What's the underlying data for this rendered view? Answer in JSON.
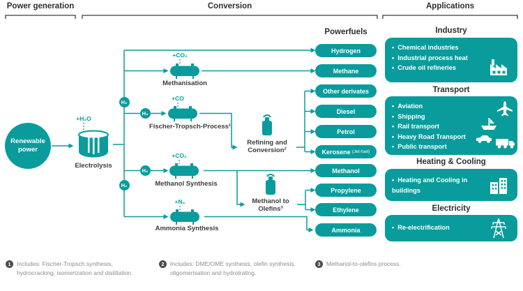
{
  "colors": {
    "teal": "#0a9c9c",
    "text-dark": "#3c3c3c",
    "text-gray": "#8d8d8d"
  },
  "sections": {
    "power_generation": "Power generation",
    "conversion": "Conversion",
    "applications": "Applications"
  },
  "flow": {
    "renewable_power": "Renewable power",
    "electrolysis": {
      "feed": "+H₂O",
      "label": "Electrolysis"
    },
    "h2_badge": "H₂",
    "processes": [
      {
        "feed": "+CO₂",
        "label": "Methanisation"
      },
      {
        "feed": "+CO",
        "label": "Fischer-Tropsch-Process¹"
      },
      {
        "feed": "+CO₂",
        "label": "Methanol Synthesis"
      },
      {
        "feed": "+N₂",
        "label": "Ammonia Synthesis"
      }
    ],
    "converters": [
      {
        "label": "Refining and Conversion²"
      },
      {
        "label": "Methanol to Olefins³"
      }
    ]
  },
  "powerfuels": {
    "title": "Powerfuels",
    "items": [
      {
        "label": "Hydrogen"
      },
      {
        "label": "Methane"
      },
      {
        "label": "Other derivates"
      },
      {
        "label": "Diesel"
      },
      {
        "label": "Petrol"
      },
      {
        "label": "Kerosene",
        "note": "(Jet-fuel)"
      },
      {
        "label": "Methanol"
      },
      {
        "label": "Propylene"
      },
      {
        "label": "Ethylene"
      },
      {
        "label": "Ammonia"
      }
    ]
  },
  "applications": [
    {
      "title": "Industry",
      "items": [
        "Chemical industries",
        "Industrial process heat",
        "Crude oil refineries"
      ]
    },
    {
      "title": "Transport",
      "items": [
        "Aviation",
        "Shipping",
        "Rail transport",
        "Heavy Road Transport",
        "Public transport"
      ]
    },
    {
      "title": "Heating & Cooling",
      "items": [
        "Heating and Cooling in buildings"
      ]
    },
    {
      "title": "Electricity",
      "items": [
        "Re-electrification"
      ]
    }
  ],
  "footnotes": [
    {
      "num": "1",
      "text": "Includes: Fischer-Tropsch synthesis, hydrocracking, isomerization and distillation."
    },
    {
      "num": "2",
      "text": "Includes: DME/OME synthesis, olefin synthesis, oligomerisation and hydrotrating."
    },
    {
      "num": "3",
      "text": "Methanol-to-olefins process."
    }
  ]
}
